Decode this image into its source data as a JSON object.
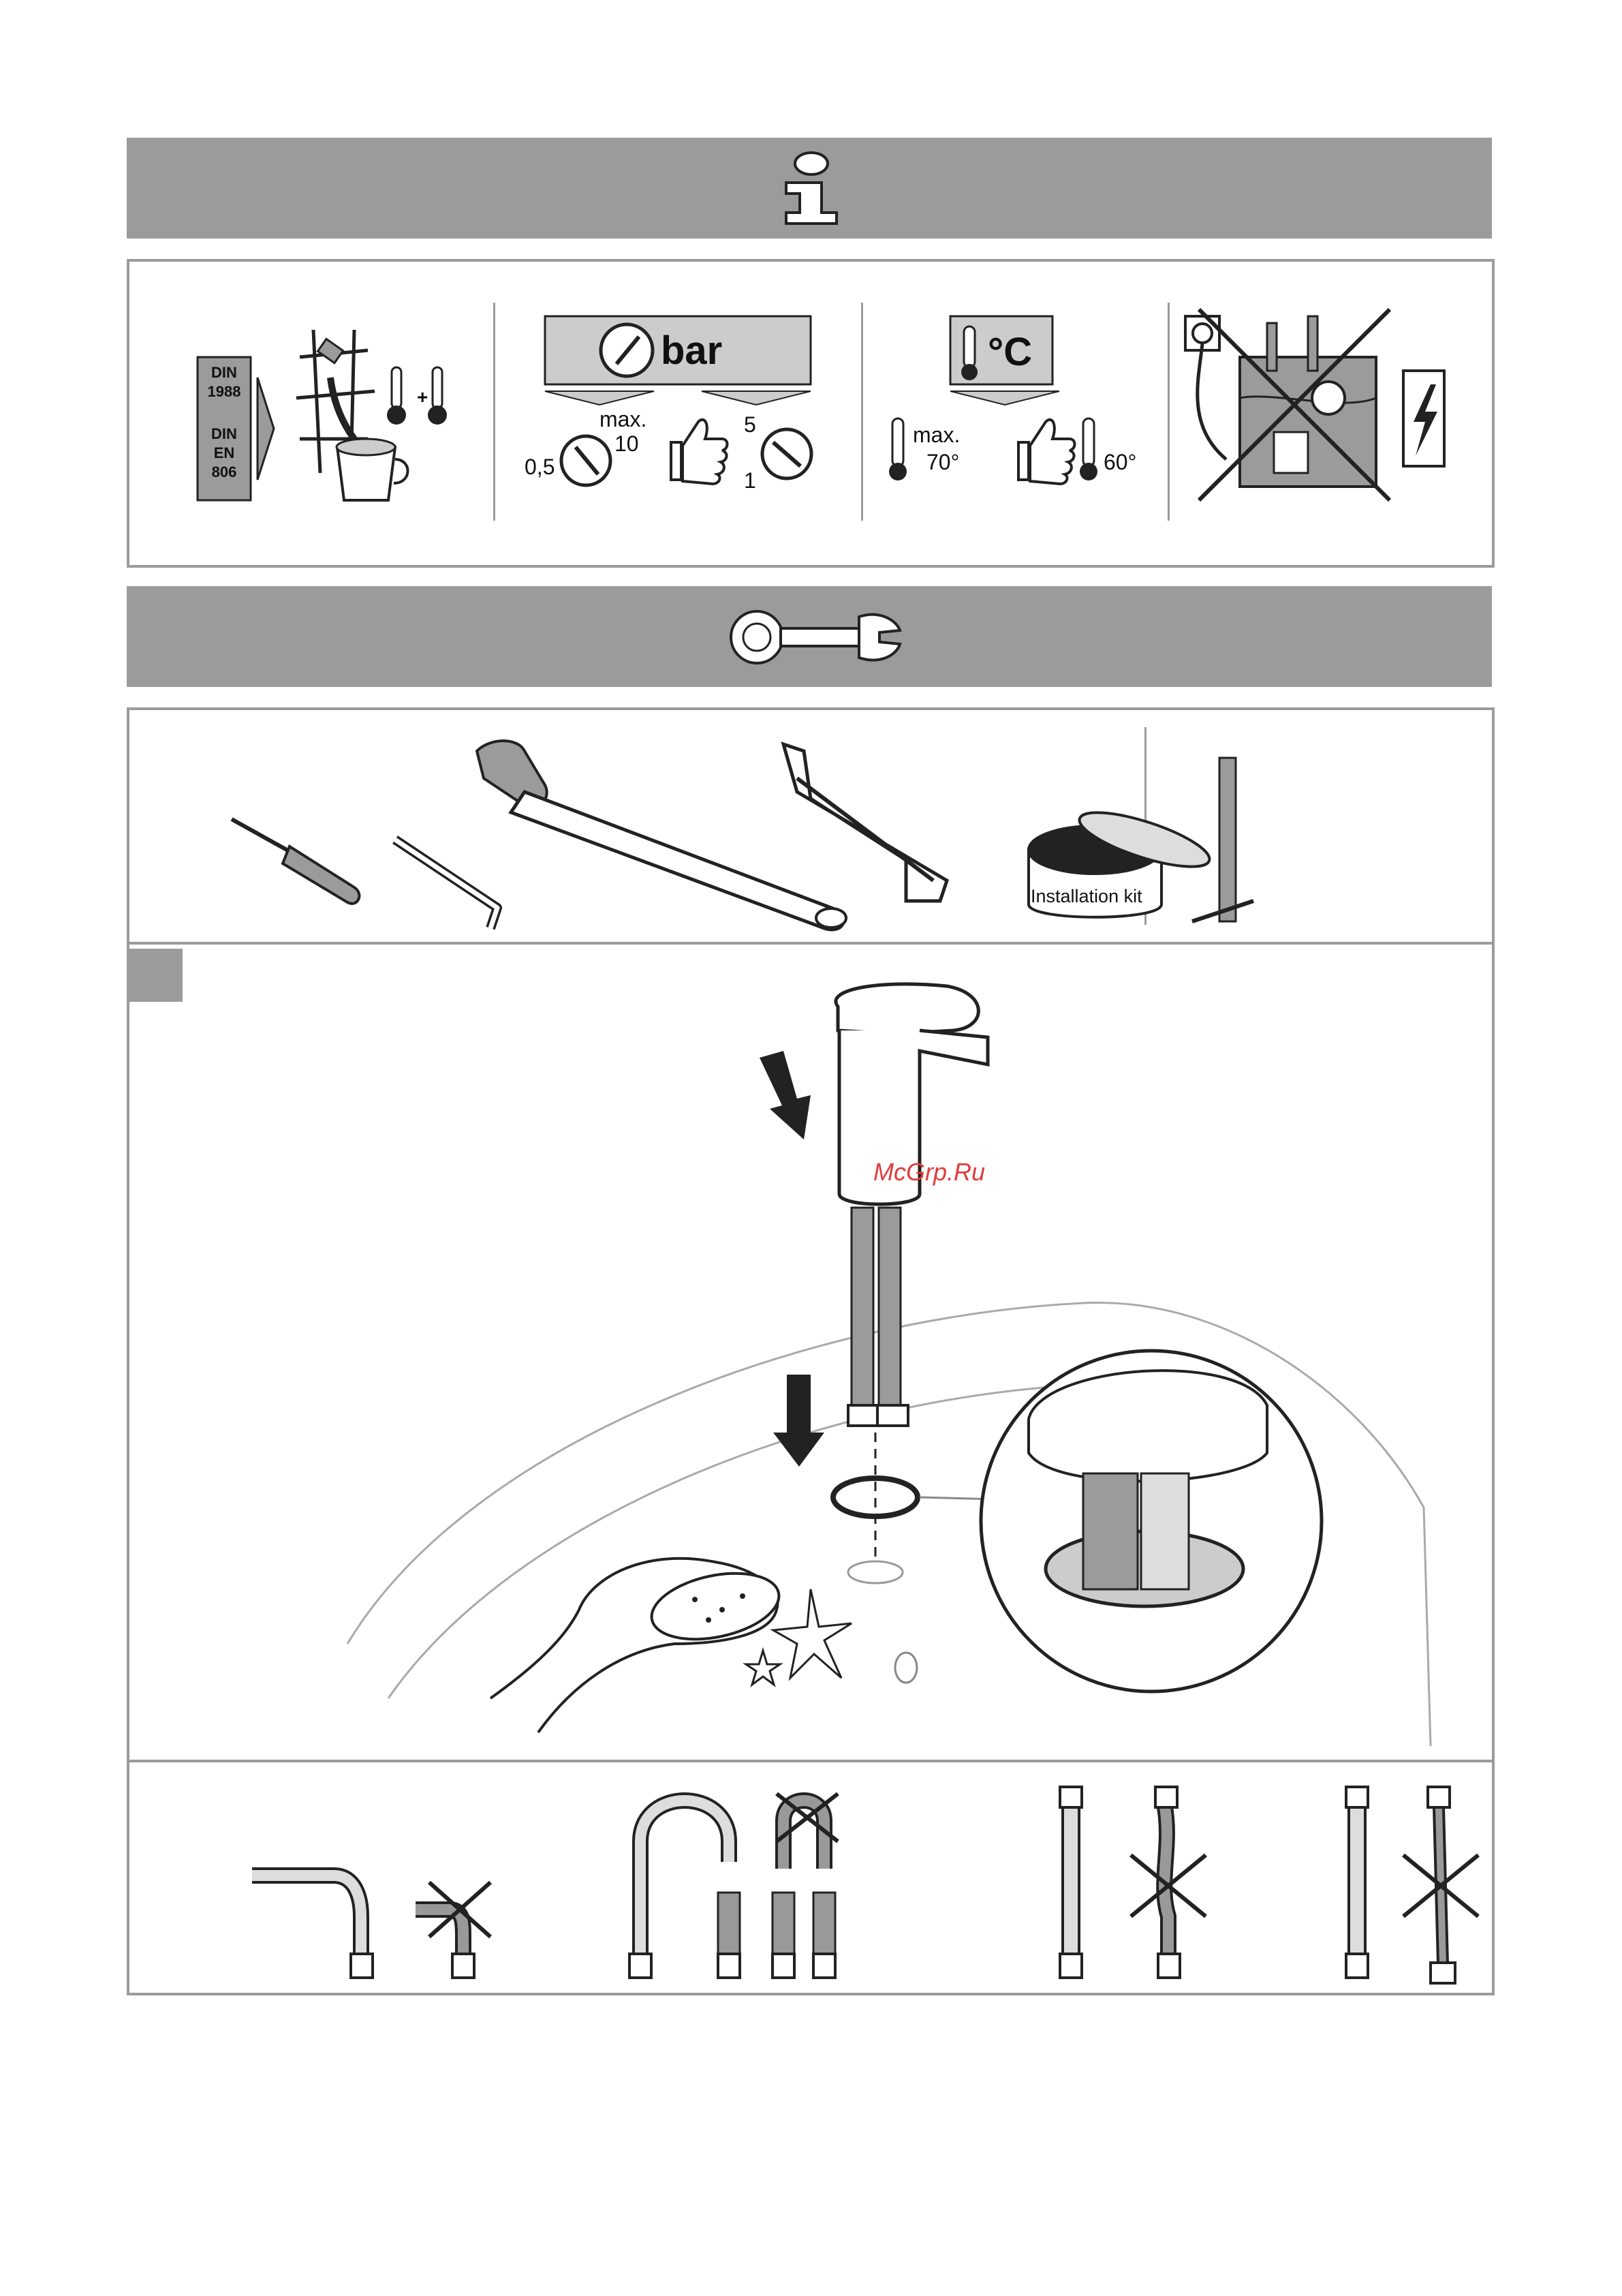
{
  "info_section": {
    "norm_label": {
      "line1": "DIN",
      "line2": "1988",
      "line3": "DIN",
      "line4": "EN",
      "line5": "806"
    },
    "pressure": {
      "unit": "bar",
      "min": "0,5",
      "max_label": "max.",
      "max": "10",
      "recommended_high": "5",
      "recommended_low": "1"
    },
    "temperature": {
      "unit": "°C",
      "max_label": "max.",
      "max": "70°",
      "recommended": "60°"
    }
  },
  "tools_section": {
    "kit_label": "Installation kit"
  },
  "watermark": "McGrp.Ru",
  "icons": [
    "info-icon",
    "wrench-icon",
    "pressure-gauge-icon",
    "thermometer-icon",
    "thumbs-up-icon",
    "electric-hazard-icon"
  ]
}
